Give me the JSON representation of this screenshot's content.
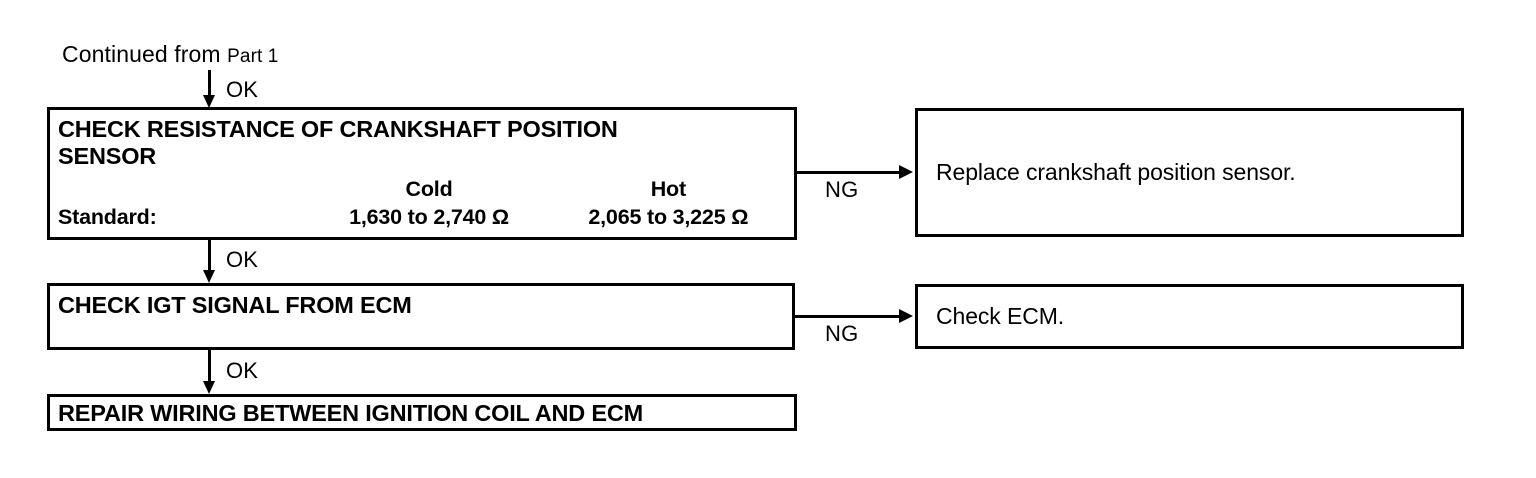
{
  "document": {
    "type": "troubleshooting-flowchart",
    "continued_from": {
      "prefix": "Continued from",
      "reference": "Part 1"
    }
  },
  "steps": [
    {
      "id": "check-resistance",
      "title": "CHECK RESISTANCE OF CRANKSHAFT POSITION\nSENSOR",
      "spec": {
        "label": "Standard:",
        "columns": [
          "Cold",
          "Hot"
        ],
        "values": [
          "1,630 to 2,740 Ω",
          "2,065 to 3,225 Ω"
        ]
      }
    },
    {
      "id": "check-igt",
      "title": "CHECK IGT SIGNAL FROM ECM"
    },
    {
      "id": "repair-wiring",
      "title": "REPAIR WIRING BETWEEN IGNITION COIL AND ECM"
    }
  ],
  "results": [
    {
      "id": "replace-sensor",
      "text": "Replace crankshaft position sensor."
    },
    {
      "id": "check-ecm",
      "text": "Check ECM."
    }
  ],
  "connectors": {
    "ok_label": "OK",
    "ng_label": "NG",
    "entries": [
      {
        "from": "continued-from",
        "to": "check-resistance",
        "label": "OK",
        "direction": "down"
      },
      {
        "from": "check-resistance",
        "to": "replace-sensor",
        "label": "NG",
        "direction": "right"
      },
      {
        "from": "check-resistance",
        "to": "check-igt",
        "label": "OK",
        "direction": "down"
      },
      {
        "from": "check-igt",
        "to": "check-ecm",
        "label": "NG",
        "direction": "right"
      },
      {
        "from": "check-igt",
        "to": "repair-wiring",
        "label": "OK",
        "direction": "down"
      }
    ]
  },
  "colors": {
    "stroke": "#000000",
    "background": "#ffffff",
    "text": "#000000"
  }
}
